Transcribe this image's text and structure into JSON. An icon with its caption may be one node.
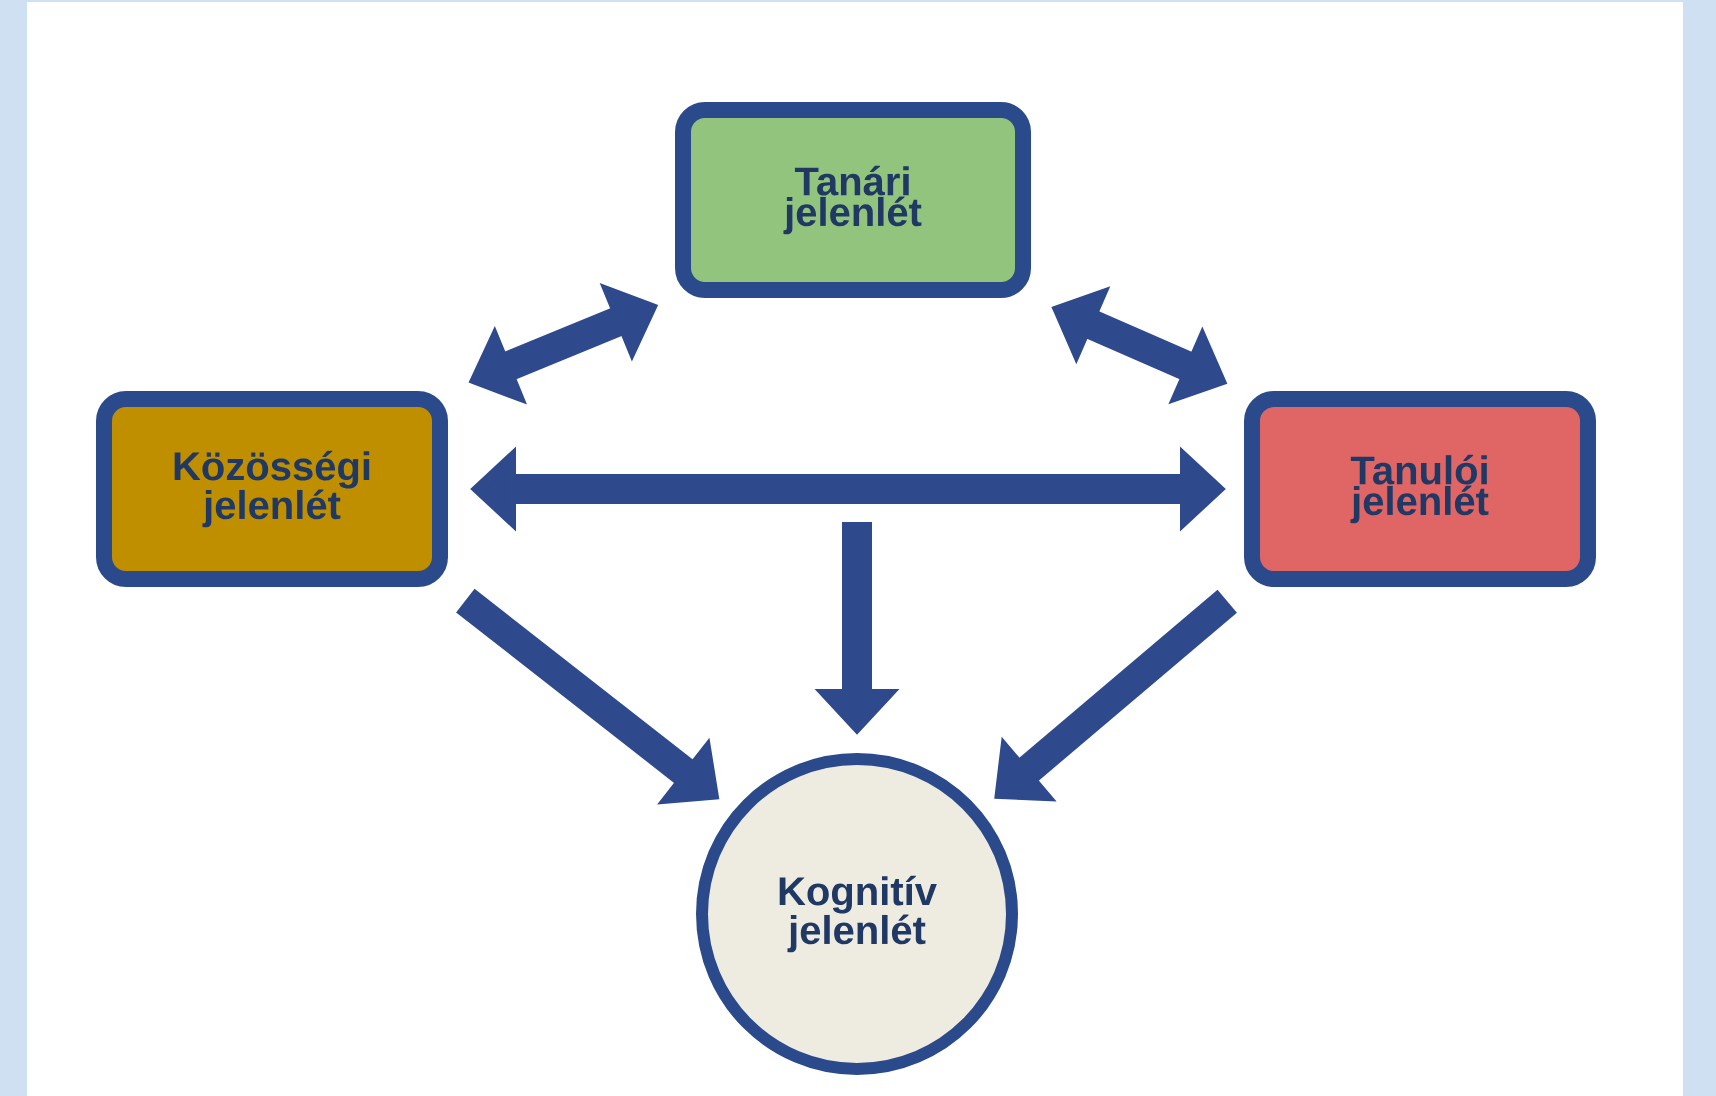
{
  "diagram": {
    "nodes": [
      {
        "text": [
          "Tanári jelenlét"
        ]
      },
      {
        "text": [
          "Közösségi jelenlét"
        ]
      },
      {
        "text": [
          "Tanulói jelenlét"
        ]
      },
      {
        "text": [
          "Kognitív jelenlét"
        ]
      }
    ],
    "edges": [
      {
        "from": 1,
        "to": 0,
        "arrow": "both"
      },
      {
        "from": 0,
        "to": 2,
        "arrow": "both"
      },
      {
        "from": 1,
        "to": 2,
        "arrow": "both"
      },
      {
        "from": null,
        "to": 3,
        "arrow": "to"
      },
      {
        "from": 1,
        "to": 3,
        "arrow": "to"
      },
      {
        "from": 2,
        "to": 3,
        "arrow": "to"
      }
    ]
  }
}
